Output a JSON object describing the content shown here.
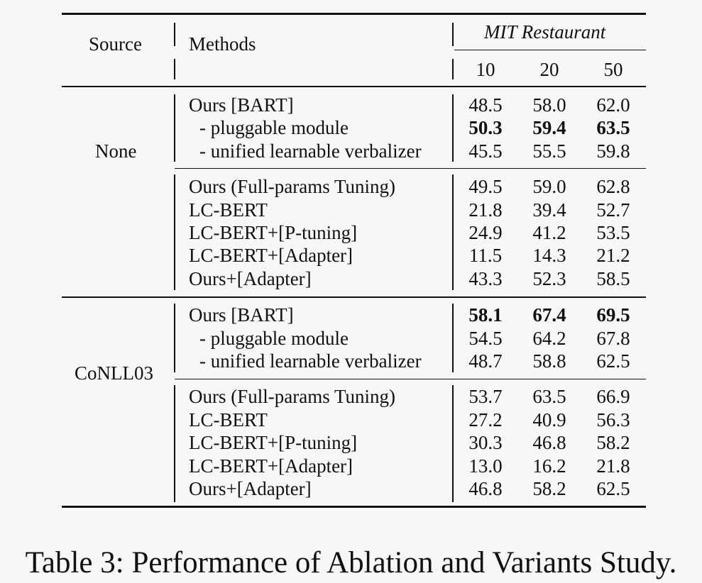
{
  "table": {
    "headers": {
      "source": "Source",
      "methods": "Methods",
      "dataset": "MIT Restaurant",
      "shots": [
        "10",
        "20",
        "50"
      ]
    },
    "groups": [
      {
        "source": "None",
        "blocks": [
          [
            {
              "method": "Ours [BART]",
              "values": [
                "48.5",
                "58.0",
                "62.0"
              ],
              "bold": [
                false,
                false,
                false
              ]
            },
            {
              "method": "- pluggable module",
              "values": [
                "50.3",
                "59.4",
                "63.5"
              ],
              "bold": [
                true,
                true,
                true
              ]
            },
            {
              "method": "- unified learnable verbalizer",
              "values": [
                "45.5",
                "55.5",
                "59.8"
              ],
              "bold": [
                false,
                false,
                false
              ]
            }
          ],
          [
            {
              "method": "Ours (Full-params Tuning)",
              "values": [
                "49.5",
                "59.0",
                "62.8"
              ],
              "bold": [
                false,
                false,
                false
              ]
            },
            {
              "method": "LC-BERT",
              "values": [
                "21.8",
                "39.4",
                "52.7"
              ],
              "bold": [
                false,
                false,
                false
              ]
            },
            {
              "method": "LC-BERT+[P-tuning]",
              "values": [
                "24.9",
                "41.2",
                "53.5"
              ],
              "bold": [
                false,
                false,
                false
              ]
            },
            {
              "method": "LC-BERT+[Adapter]",
              "values": [
                "11.5",
                "14.3",
                "21.2"
              ],
              "bold": [
                false,
                false,
                false
              ]
            },
            {
              "method": "Ours+[Adapter]",
              "values": [
                "43.3",
                "52.3",
                "58.5"
              ],
              "bold": [
                false,
                false,
                false
              ]
            }
          ]
        ]
      },
      {
        "source": "CoNLL03",
        "blocks": [
          [
            {
              "method": "Ours [BART]",
              "values": [
                "58.1",
                "67.4",
                "69.5"
              ],
              "bold": [
                true,
                true,
                true
              ]
            },
            {
              "method": "- pluggable module",
              "values": [
                "54.5",
                "64.2",
                "67.8"
              ],
              "bold": [
                false,
                false,
                false
              ]
            },
            {
              "method": "- unified learnable verbalizer",
              "values": [
                "48.7",
                "58.8",
                "62.5"
              ],
              "bold": [
                false,
                false,
                false
              ]
            }
          ],
          [
            {
              "method": "Ours (Full-params Tuning)",
              "values": [
                "53.7",
                "63.5",
                "66.9"
              ],
              "bold": [
                false,
                false,
                false
              ]
            },
            {
              "method": "LC-BERT",
              "values": [
                "27.2",
                "40.9",
                "56.3"
              ],
              "bold": [
                false,
                false,
                false
              ]
            },
            {
              "method": "LC-BERT+[P-tuning]",
              "values": [
                "30.3",
                "46.8",
                "58.2"
              ],
              "bold": [
                false,
                false,
                false
              ]
            },
            {
              "method": "LC-BERT+[Adapter]",
              "values": [
                "13.0",
                "16.2",
                "21.8"
              ],
              "bold": [
                false,
                false,
                false
              ]
            },
            {
              "method": "Ours+[Adapter]",
              "values": [
                "46.8",
                "58.2",
                "62.5"
              ],
              "bold": [
                false,
                false,
                false
              ]
            }
          ]
        ]
      }
    ]
  },
  "caption": "Table 3:  Performance of Ablation and Variants Study."
}
